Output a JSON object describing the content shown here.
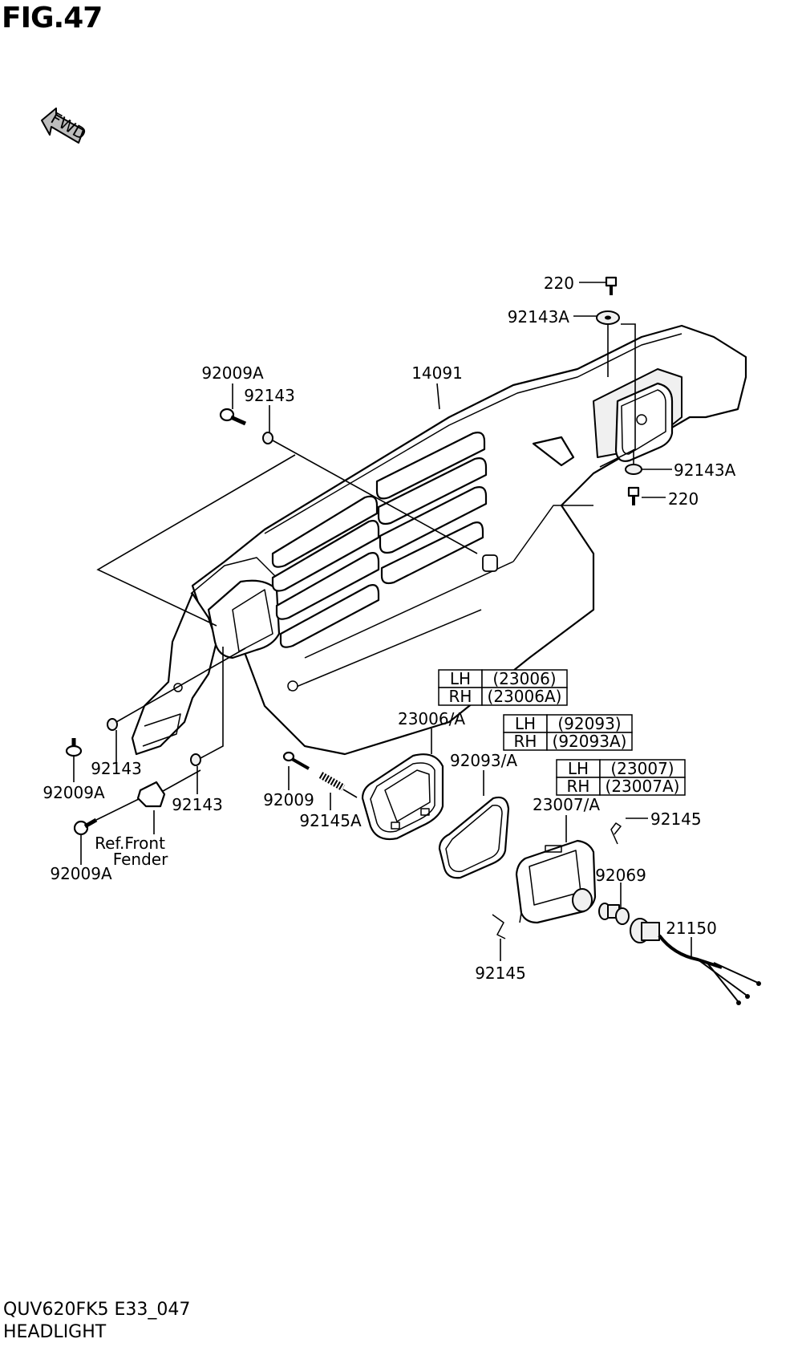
{
  "figure": {
    "title": "FIG.47",
    "fwd_label": "FWD"
  },
  "labels": {
    "p220_top": "220",
    "p92143A_top": "92143A",
    "p92009A_top": "92009A",
    "p14091": "14091",
    "p92143_top": "92143",
    "p92143A_right": "92143A",
    "p220_right": "220",
    "p23006": "23006/A",
    "p92093": "92093/A",
    "p23007": "23007/A",
    "p92009A_left": "92009A",
    "p92143_left": "92143",
    "p92143_mid": "92143",
    "p92009": "92009",
    "p92145A": "92145A",
    "p92145_right": "92145",
    "p92069": "92069",
    "p21150": "21150",
    "p92145_bottom": "92145",
    "p92009A_bottom": "92009A",
    "ref_front": "Ref.Front",
    "ref_fender": "Fender"
  },
  "tables": {
    "t23006": {
      "lh": "LH",
      "lh_part": "(23006)",
      "rh": "RH",
      "rh_part": "(23006A)"
    },
    "t92093": {
      "lh": "LH",
      "lh_part": "(92093)",
      "rh": "RH",
      "rh_part": "(92093A)"
    },
    "t23007": {
      "lh": "LH",
      "lh_part": "(23007)",
      "rh": "RH",
      "rh_part": "(23007A)"
    }
  },
  "footer": {
    "model_code": "QUV620FK5 E33_047",
    "section_name": "HEADLIGHT"
  }
}
